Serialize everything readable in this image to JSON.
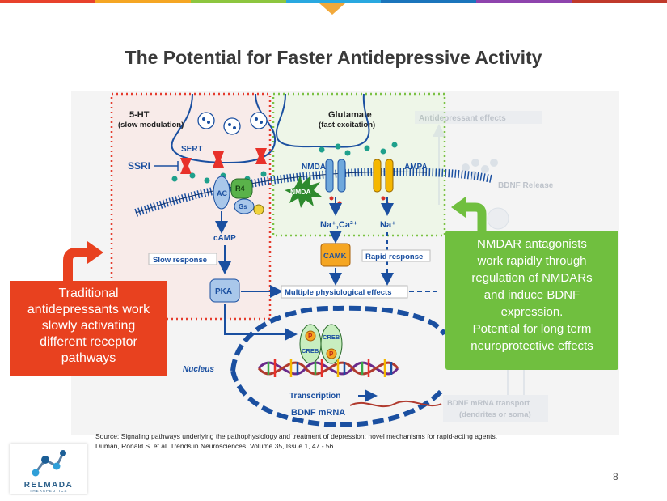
{
  "header": {
    "accent_colors": [
      "#e8412c",
      "#f5a623",
      "#8dc63f",
      "#29a8e0",
      "#1b75bc",
      "#8e44ad",
      "#c0392b"
    ]
  },
  "title": "The Potential for Faster Antidepressive Activity",
  "figure": {
    "labels": {
      "ht5": "5-HT",
      "slow_modulation": "(slow modulation)",
      "sert": "SERT",
      "ssri": "SSRI",
      "ac": "AC",
      "r4": "R4",
      "gs": "Gs",
      "camp": "cAMP",
      "slow_response": "Slow response",
      "pka": "PKA",
      "glutamate": "Glutamate",
      "fast_excitation": "(fast excitation)",
      "nmda": "NMDA",
      "ampa": "AMPA",
      "nmda_star": "NMDA",
      "na_ca": "Na⁺,Ca²⁺",
      "na": "Na⁺",
      "camk": "CAMK",
      "rapid_response": "Rapid response",
      "multiple_effects": "Multiple physiological effects",
      "antidepressant_effects": "Antidepressant effects",
      "bdnf_release": "BDNF Release",
      "creb1": "CREB",
      "creb2": "CREB",
      "p1": "P",
      "p2": "P",
      "nucleus": "Nucleus",
      "transcription": "Transcription",
      "bdnf_mrna": "BDNF mRNA",
      "bdnf_transport": "BDNF mRNA transport",
      "dendrites": "(dendrites or soma)"
    }
  },
  "callouts": {
    "traditional": [
      "Traditional",
      "antidepressants work",
      "slowly activating",
      "different receptor",
      "pathways"
    ],
    "nmdar": [
      "NMDAR antagonists",
      "work rapidly through",
      "regulation of NMDARs",
      "and induce BDNF",
      "expression.",
      "Potential for long term",
      "neuroprotective effects"
    ]
  },
  "source": {
    "line1": "Source: Signaling pathways underlying the pathophysiology and treatment of depression: novel mechanisms for rapid-acting agents.",
    "line2": "Duman, Ronald S. et al. Trends in Neurosciences, Volume 35, Issue 1, 47 - 56"
  },
  "logo": {
    "name": "RELMADA",
    "tagline": "THERAPEUTICS"
  },
  "page_number": "8"
}
